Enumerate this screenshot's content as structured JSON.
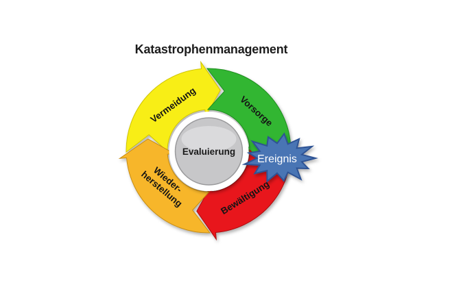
{
  "title": "Katastrophenmanagement",
  "diagram": {
    "direction": "clockwise",
    "center": {
      "label": "Evaluierung",
      "fill": "#c7c7c9",
      "border": "#9a9a9c"
    },
    "event": {
      "label": "Ereignis",
      "fill": "#4a74b4",
      "border": "#2e5394"
    },
    "segments": [
      {
        "name": "vermeidung",
        "label": "Vermeidung",
        "fill": "#f8ee17",
        "border": "#cfc400"
      },
      {
        "name": "vorsorge",
        "label": "Vorsorge",
        "fill": "#32b632",
        "border": "#1e8e1e"
      },
      {
        "name": "bewaeltigung",
        "label": "Bewältigung",
        "fill": "#e8141b",
        "border": "#ab0d10"
      },
      {
        "name": "wiederherstellung",
        "label_lines": [
          "Wieder-",
          "herstellung"
        ],
        "fill": "#f7b62a",
        "border": "#c68c12"
      }
    ]
  }
}
